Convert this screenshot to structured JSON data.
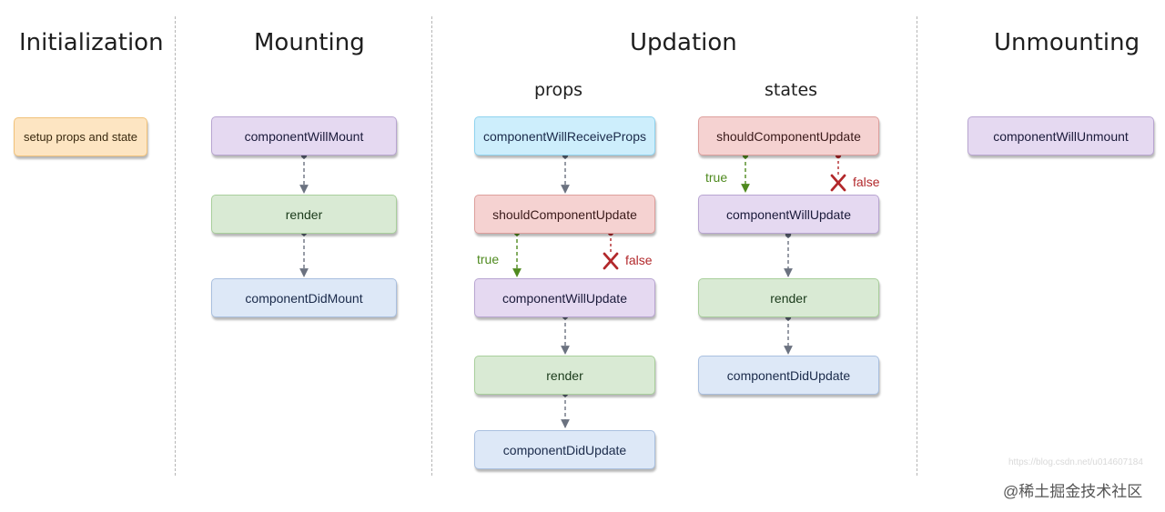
{
  "headings": {
    "initialization": "Initialization",
    "mounting": "Mounting",
    "updation": "Updation",
    "unmounting": "Unmounting"
  },
  "subheadings": {
    "props": "props",
    "states": "states"
  },
  "initialization": {
    "setup": "setup props and state"
  },
  "mounting": {
    "will_mount": "componentWillMount",
    "render": "render",
    "did_mount": "componentDidMount"
  },
  "props": {
    "will_receive": "componentWillReceiveProps",
    "should_update": "shouldComponentUpdate",
    "true_label": "true",
    "false_label": "false",
    "will_update": "componentWillUpdate",
    "render": "render",
    "did_update": "componentDidUpdate"
  },
  "states": {
    "should_update": "shouldComponentUpdate",
    "true_label": "true",
    "false_label": "false",
    "will_update": "componentWillUpdate",
    "render": "render",
    "did_update": "componentDidUpdate"
  },
  "unmounting": {
    "will_unmount": "componentWillUnmount"
  },
  "watermark": {
    "url": "https://blog.csdn.net/u014607184",
    "brand": "@稀土掘金技术社区"
  },
  "colors": {
    "connector": "#6b7280",
    "true": "#4f8a1f",
    "false": "#b2282b"
  }
}
